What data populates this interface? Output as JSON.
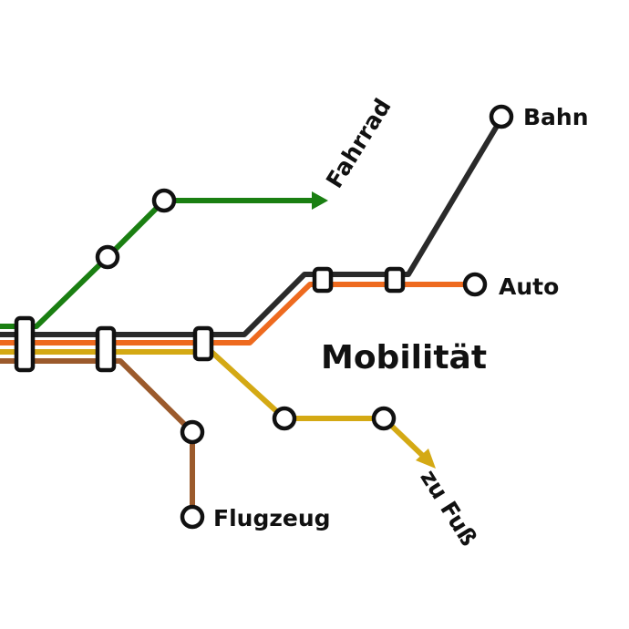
{
  "title": "Mobilität",
  "lines": [
    {
      "id": "fahrrad",
      "label": "Fahrrad",
      "color": "#1a7f12"
    },
    {
      "id": "bahn",
      "label": "Bahn",
      "color": "#2a2a2a"
    },
    {
      "id": "auto",
      "label": "Auto",
      "color": "#ee6a1f"
    },
    {
      "id": "fuss",
      "label": "zu Fuß",
      "color": "#d4a914"
    },
    {
      "id": "flugzeug",
      "label": "Flugzeug",
      "color": "#9b5a2c"
    }
  ]
}
